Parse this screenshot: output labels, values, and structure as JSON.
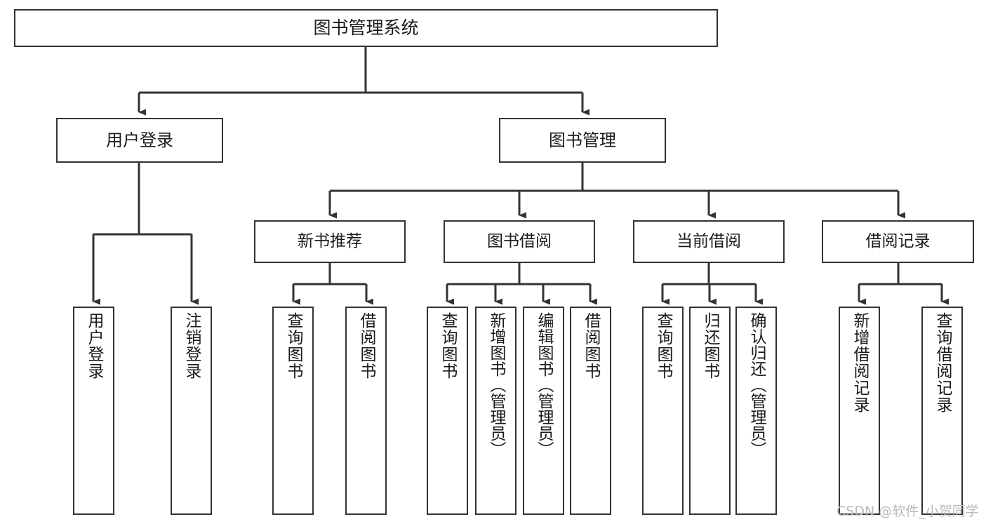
{
  "diagram": {
    "title": "图书管理系统",
    "type": "tree",
    "watermark": "CSDN @软件_小贺同学",
    "colors": {
      "box_border": "#333333",
      "box_fill": "#ffffff",
      "connector": "#333333",
      "text": "#1a1a1a",
      "watermark": "#b9b9b9"
    },
    "nodes": {
      "root": {
        "label": "图书管理系统"
      },
      "level2": [
        {
          "id": "user-login",
          "label": "用户登录"
        },
        {
          "id": "book-manage",
          "label": "图书管理"
        }
      ],
      "level3": [
        {
          "id": "new-book-recommend",
          "label": "新书推荐"
        },
        {
          "id": "book-borrow",
          "label": "图书借阅"
        },
        {
          "id": "current-borrow",
          "label": "当前借阅"
        },
        {
          "id": "borrow-record",
          "label": "借阅记录"
        }
      ],
      "leaves": {
        "user-login": [
          {
            "id": "leaf-user-login",
            "label": "用户登录"
          },
          {
            "id": "leaf-logout-login",
            "label": "注销登录"
          }
        ],
        "new-book-recommend": [
          {
            "id": "leaf-query-book-1",
            "label": "查询图书"
          },
          {
            "id": "leaf-borrow-book-1",
            "label": "借阅图书"
          }
        ],
        "book-borrow": [
          {
            "id": "leaf-query-book-2",
            "label": "查询图书"
          },
          {
            "id": "leaf-add-book-admin",
            "label": "新增图书（管理员）"
          },
          {
            "id": "leaf-edit-book-admin",
            "label": "编辑图书（管理员）"
          },
          {
            "id": "leaf-borrow-book-2",
            "label": "借阅图书"
          }
        ],
        "current-borrow": [
          {
            "id": "leaf-query-book-3",
            "label": "查询图书"
          },
          {
            "id": "leaf-return-book",
            "label": "归还图书"
          },
          {
            "id": "leaf-confirm-return-admin",
            "label": "确认归还（管理员）"
          }
        ],
        "borrow-record": [
          {
            "id": "leaf-add-borrow-record",
            "label": "新增借阅记录"
          },
          {
            "id": "leaf-query-borrow-record",
            "label": "查询借阅记录"
          }
        ]
      }
    }
  }
}
